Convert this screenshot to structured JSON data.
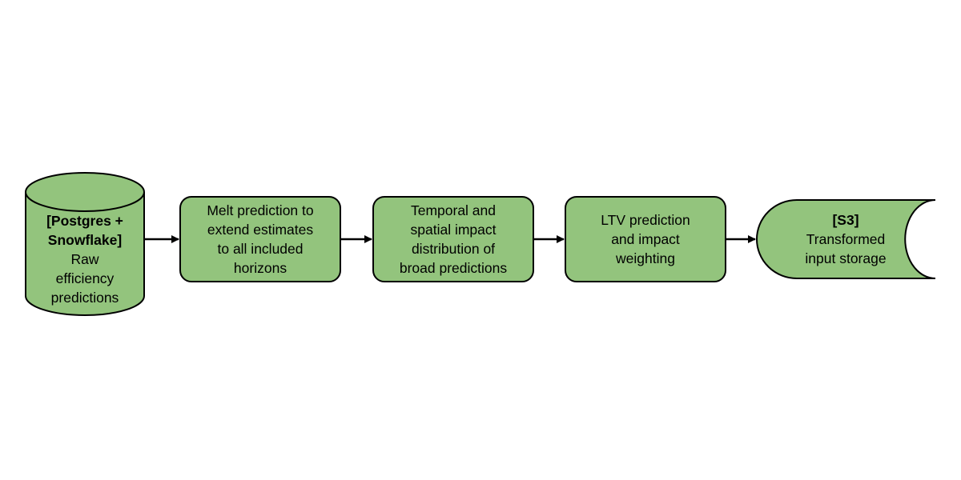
{
  "colors": {
    "fill": "#93c47d",
    "stroke": "#000000",
    "text": "#000000"
  },
  "nodes": {
    "source": {
      "shape": "cylinder",
      "title_lines": [
        "[Postgres +",
        "Snowflake]"
      ],
      "body_lines": [
        "Raw",
        "efficiency",
        "predictions"
      ]
    },
    "step1": {
      "shape": "rounded-rectangle",
      "lines": [
        "Melt prediction to",
        "extend estimates",
        "to all included",
        "horizons"
      ]
    },
    "step2": {
      "shape": "rounded-rectangle",
      "lines": [
        "Temporal and",
        "spatial impact",
        "distribution of",
        "broad predictions"
      ]
    },
    "step3": {
      "shape": "rounded-rectangle",
      "lines": [
        "LTV prediction",
        "and impact",
        "weighting"
      ]
    },
    "sink": {
      "shape": "stored-data",
      "title_lines": [
        "[S3]"
      ],
      "body_lines": [
        "Transformed",
        "input storage"
      ]
    }
  },
  "edges": [
    {
      "from": "source",
      "to": "step1"
    },
    {
      "from": "step1",
      "to": "step2"
    },
    {
      "from": "step2",
      "to": "step3"
    },
    {
      "from": "step3",
      "to": "sink"
    }
  ]
}
